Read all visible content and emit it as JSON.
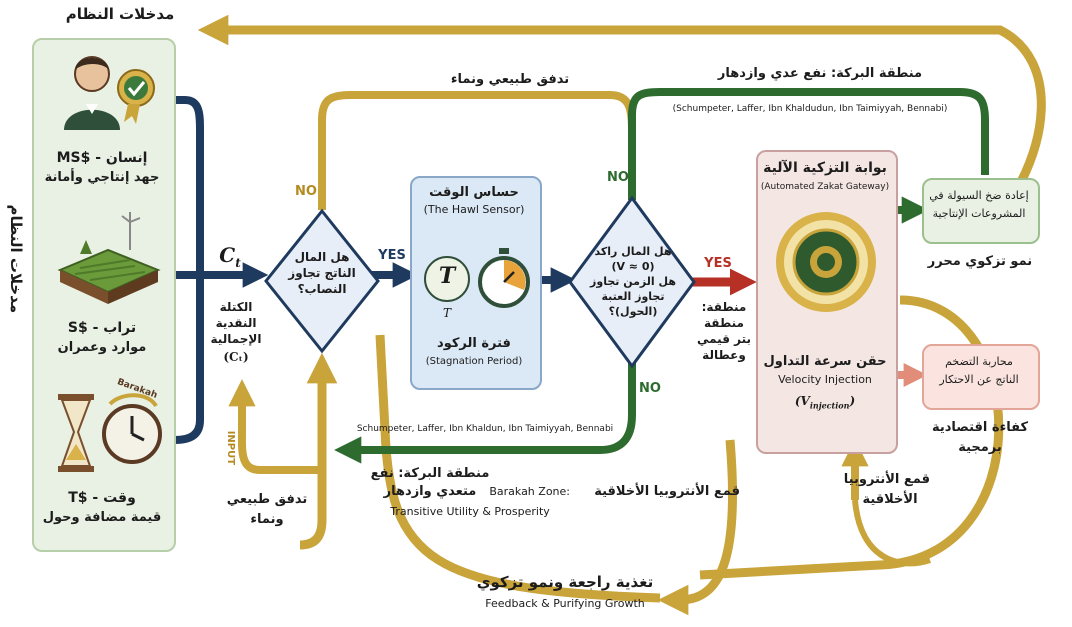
{
  "inputs_panel": {
    "title": "مدخلات النظام",
    "side_label": "مدخلات النظام",
    "items": [
      {
        "label": "إنسان - $MS",
        "sub": "جهد إنتاجي وأمانة"
      },
      {
        "label": "تراب - $S",
        "sub": "موارد وعمران"
      },
      {
        "label": "وقت - $T",
        "sub": "قيمة مضافة وحول"
      }
    ],
    "barakah_badge": "Barakah"
  },
  "ct": {
    "symbol": "C",
    "subscript": "t",
    "label_lines": [
      "الكتلة",
      "النقدية",
      "الإجمالية"
    ],
    "label_symbol": "(Cₜ)"
  },
  "decision1": {
    "lines": [
      "هل المال",
      "الناتج تجاوز",
      "النصاب؟"
    ],
    "no_label": "NO",
    "yes_label": "YES"
  },
  "hawl_sensor": {
    "title": "حساس الوقت",
    "subtitle": "(The Hawl Sensor)",
    "t_glyph": "T",
    "t_small": "T",
    "period_ar": "فترة الركود",
    "period_en": "(Stagnation Period)"
  },
  "decision2": {
    "lines": [
      "هل المال راكد",
      "(V ≈ 0)",
      "هل الزمن تجاوز",
      "تجاوز العتبة",
      "(الحول)؟"
    ],
    "no_top": "NO",
    "no_bottom": "NO",
    "yes_label": "YES"
  },
  "dead_zone": {
    "lines": [
      "منطقة:",
      "منطقة",
      "بتر قيمي",
      "وعطالة"
    ]
  },
  "gateway": {
    "title": "بوابة التزكية الآلية",
    "subtitle": "(Automated Zakat Gateway)",
    "injection_ar": "حقن سرعة التداول",
    "injection_en": "Velocity Injection",
    "injection_sym": "(V",
    "injection_sub": "injection",
    "injection_close": ")"
  },
  "reinject_box": {
    "lines": [
      "إعادة ضخ السيولة في",
      "المشروعات الإنتاجية"
    ]
  },
  "free_growth": "نمو تزكوي محرر",
  "inflation_box": {
    "lines": [
      "محاربة التضخم",
      "الناتج عن الاحتكار"
    ]
  },
  "efficiency": {
    "lines": [
      "كفاءة اقتصادية",
      "برمجية"
    ]
  },
  "top_loop": {
    "natural_flow": "تدفق طبيعي ونماء",
    "barakah_zone": "منطقة البركة: نفع عدي وازدهار",
    "names": "(Schumpeter, Laffer, Ibn Khaldudun, Ibn Taimiyyah, Bennabi)"
  },
  "bottom_zone": {
    "names": "Schumpeter, Laffer, Ibn Khaldun, Ibn Taimiyyah, Bennabi",
    "title_ar_1": "منطقة البركة: نفع",
    "title_ar_2": "متعدي وازدهار",
    "title_en_1": "Barakah Zone:",
    "title_en_2": "Transitive Utility & Prosperity"
  },
  "input_tag": "INPUT",
  "natural_flow_2": {
    "lines": [
      "تدفق طبيعي",
      "ونماء"
    ]
  },
  "suppress_1": "قمع الأنتروبيا الأخلاقية",
  "suppress_2": {
    "lines": [
      "قمع الأنتروبيا",
      "الأخلاقية"
    ]
  },
  "feedback": {
    "ar": "تغذية راجعة ونمو تزكوي",
    "en": "Feedback & Purifying Growth"
  },
  "colors": {
    "navy": "#1f3a5f",
    "gold": "#c9a43a",
    "green": "#2e6b2f",
    "red": "#b63025",
    "salmon": "#e28c7a",
    "diamond_fill": "#e8eef7",
    "panel_fill": "#e9f1e4"
  }
}
